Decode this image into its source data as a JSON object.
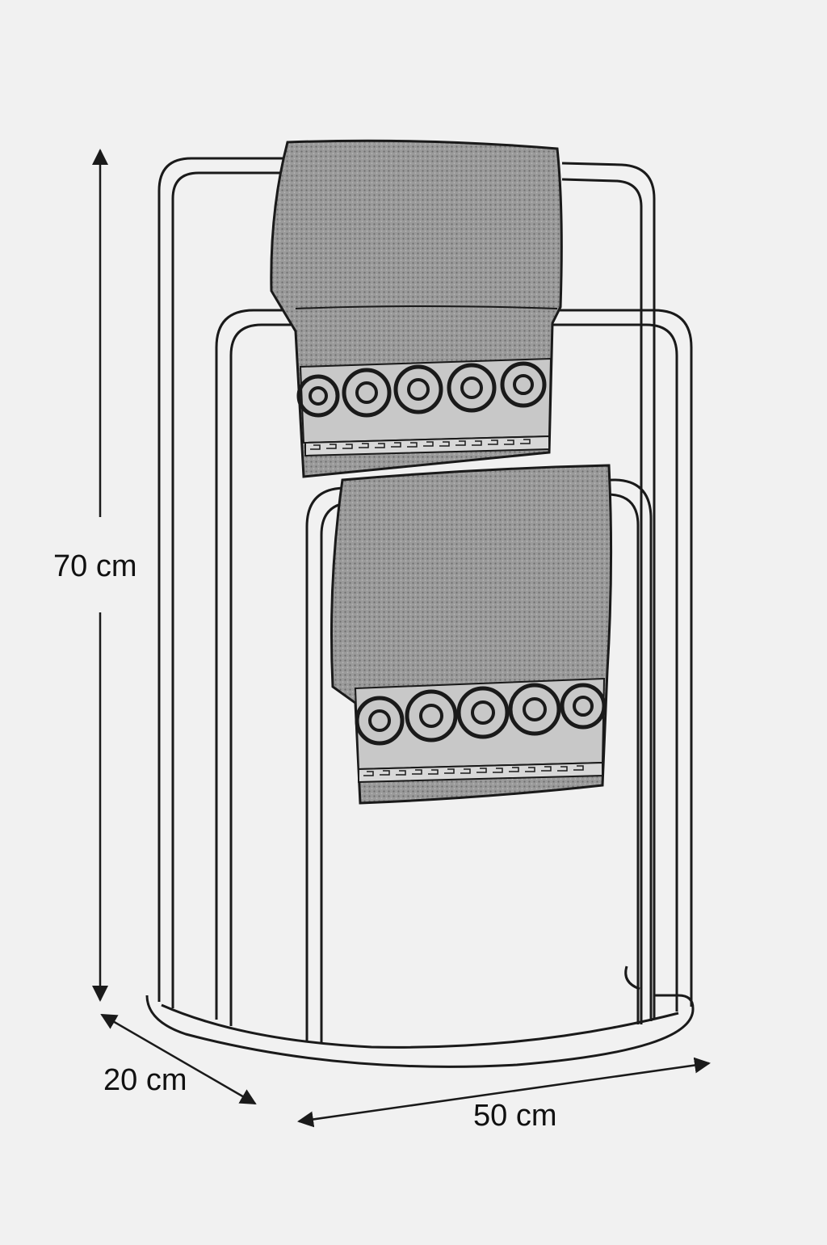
{
  "dimensions": {
    "height": "70 cm",
    "depth": "20 cm",
    "width": "50 cm"
  },
  "colors": {
    "background": "#f1f1f1",
    "line": "#1a1a1a",
    "towel_fill": "#8a8a8a"
  }
}
